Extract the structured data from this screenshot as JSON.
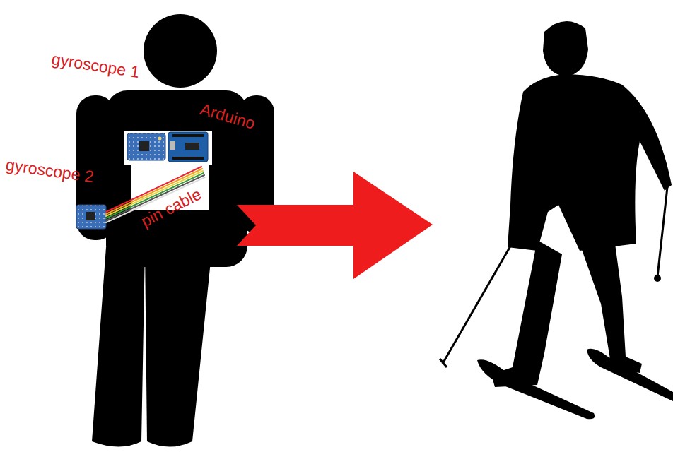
{
  "diagram": {
    "labels": [
      "gyroscope 1",
      "Arduino",
      "gyroscope 2",
      "pin cable"
    ]
  }
}
